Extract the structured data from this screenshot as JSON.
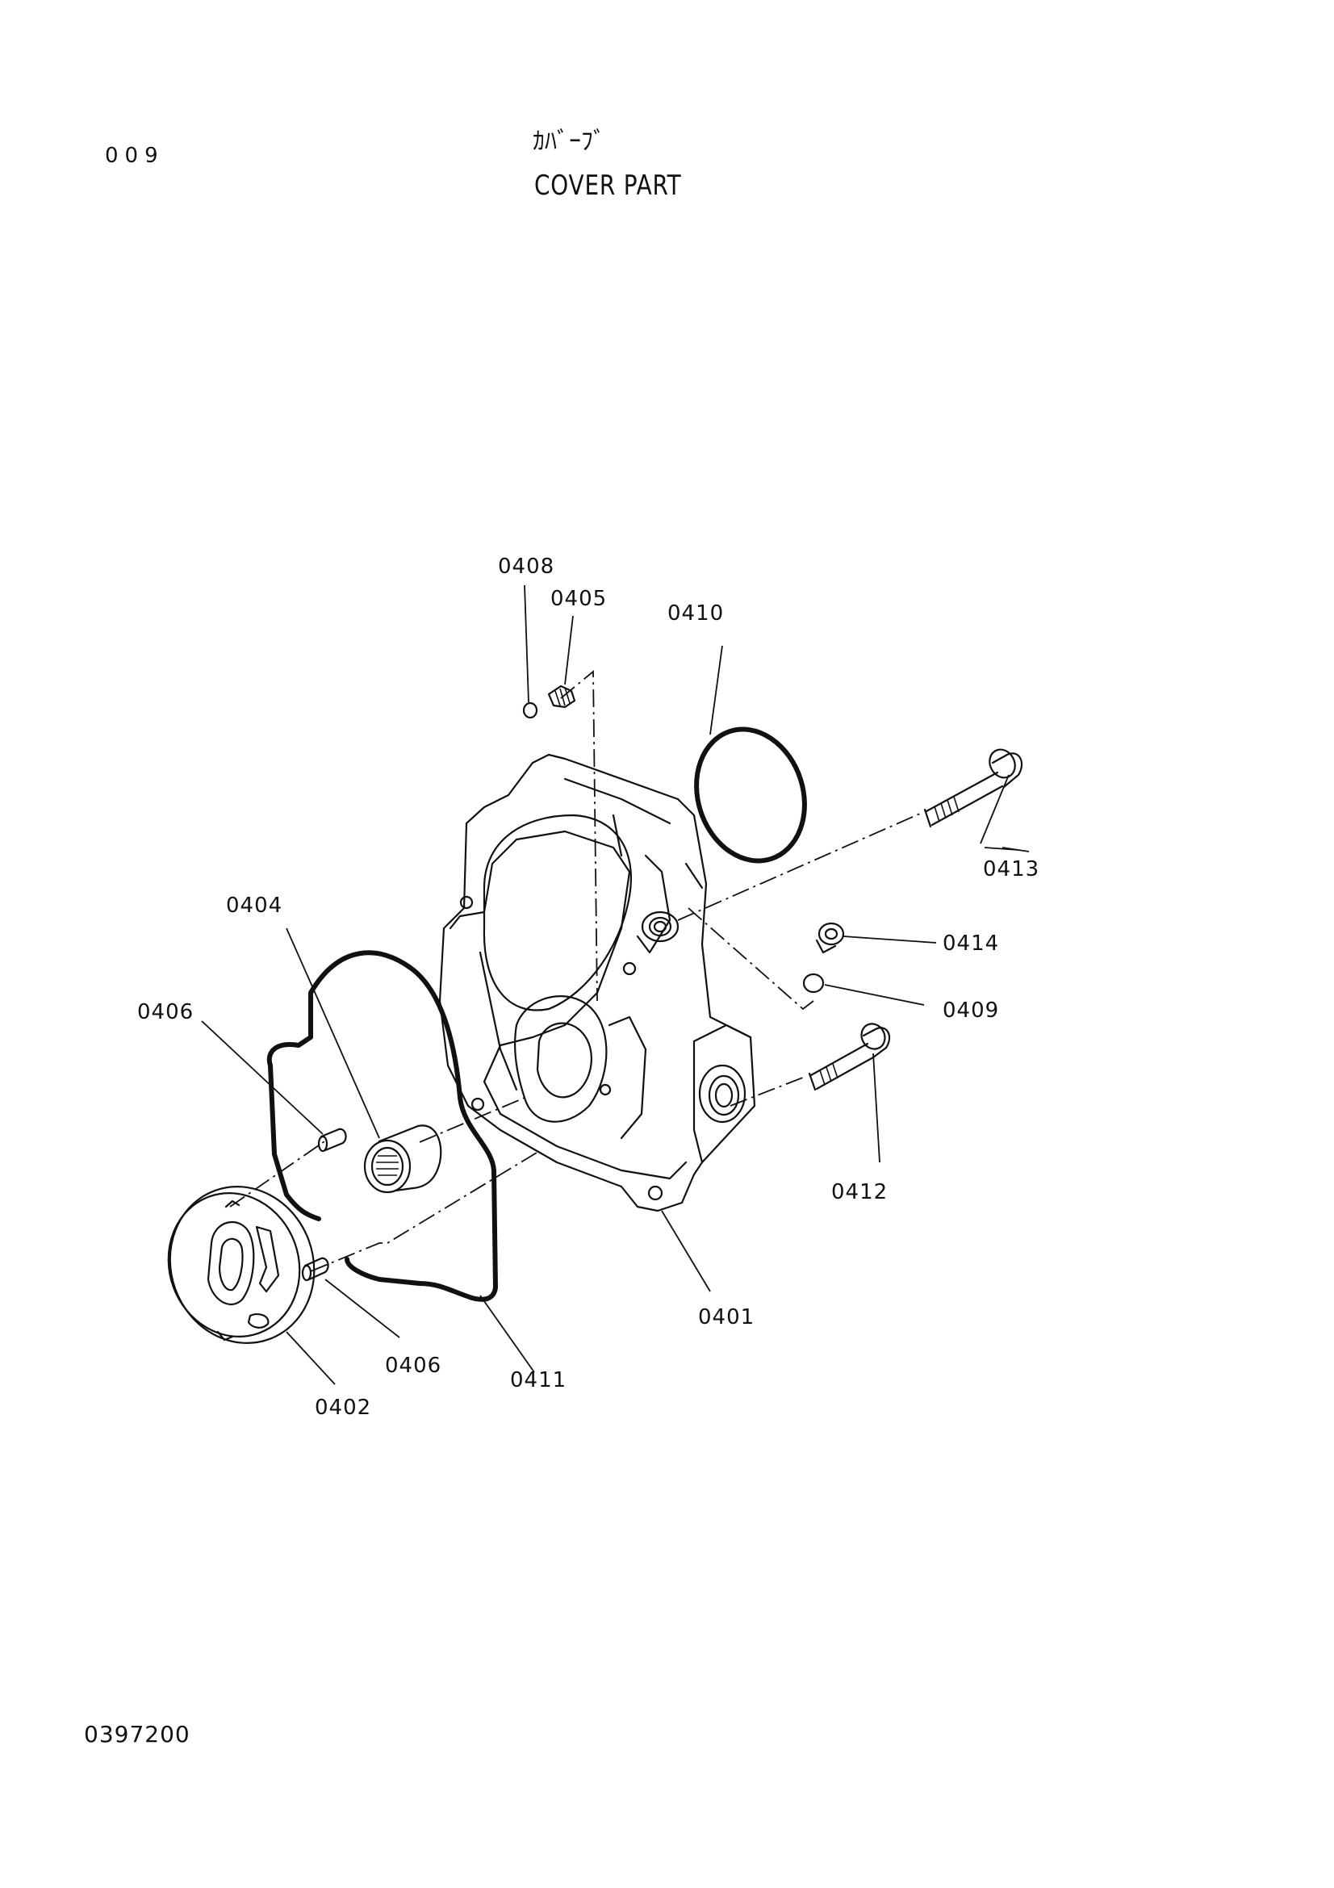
{
  "header": {
    "page_number": "009",
    "title_jp": "ｶﾊﾞｰﾌﾞ",
    "title_en": "COVER PART"
  },
  "footer": {
    "drawing_number": "0397200"
  },
  "parts": {
    "p0401": "0401",
    "p0402": "0402",
    "p0404": "0404",
    "p0405": "0405",
    "p0406a": "0406",
    "p0406b": "0406",
    "p0408": "0408",
    "p0409": "0409",
    "p0410": "0410",
    "p0411": "0411",
    "p0412": "0412",
    "p0413": "0413",
    "p0414": "0414"
  }
}
